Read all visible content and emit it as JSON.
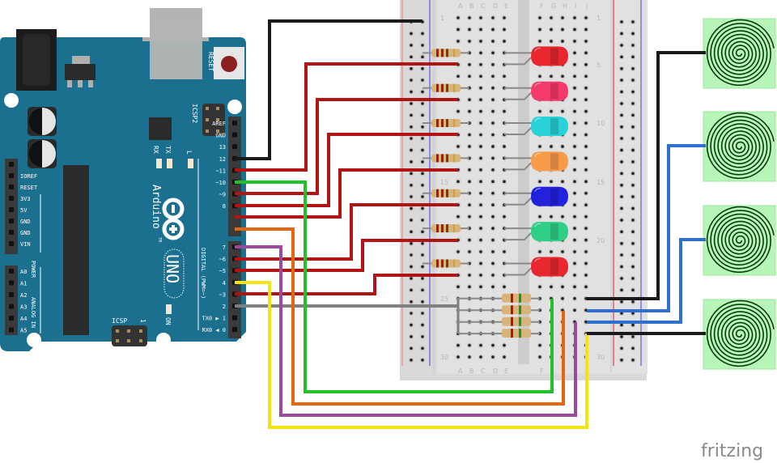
{
  "app": "fritzing",
  "watermark": "fritzing",
  "arduino": {
    "board_name": "Arduino",
    "model": "UNO",
    "trademark": "TM",
    "reset_label": "RESET",
    "icsp2_label": "ICSP2",
    "icsp_label": "ICSP",
    "icsp_pin1": "1",
    "led_labels": {
      "rx": "RX",
      "tx": "TX",
      "l": "L",
      "on": "ON"
    },
    "digital_header_label": "DIGITAL (PWM=~)",
    "power_header_label": "POWER",
    "analog_header_label": "ANALOG IN",
    "digital_pins_top": [
      "AREF",
      "GND",
      "13",
      "12",
      "~11",
      "~10",
      "~9",
      "8"
    ],
    "digital_pins_bottom": [
      "7",
      "~6",
      "~5",
      "4",
      "~3",
      "2",
      "TX0 ▶ 1",
      "RX0 ◀ 0"
    ],
    "power_pins": [
      "",
      "IOREF",
      "RESET",
      "3V3",
      "5V",
      "GND",
      "GND",
      "VIN"
    ],
    "analog_pins": [
      "A0",
      "A1",
      "A2",
      "A3",
      "A4",
      "A5"
    ]
  },
  "breadboard": {
    "column_labels_left": [
      "A",
      "B",
      "C",
      "D",
      "E"
    ],
    "column_labels_right": [
      "F",
      "G",
      "H",
      "I",
      "J"
    ],
    "row_markers": [
      "1",
      "5",
      "10",
      "15",
      "20",
      "25",
      "30"
    ]
  },
  "leds": [
    {
      "color_name": "red",
      "color": "#e8282e",
      "arduino_pin": "13"
    },
    {
      "color_name": "pink",
      "color": "#f43a6a",
      "arduino_pin": "~11"
    },
    {
      "color_name": "cyan",
      "color": "#28d2d6",
      "arduino_pin": "~10"
    },
    {
      "color_name": "orange",
      "color": "#f89b48",
      "arduino_pin": "~9"
    },
    {
      "color_name": "blue",
      "color": "#2222dd",
      "arduino_pin": "~6"
    },
    {
      "color_name": "green",
      "color": "#2fcf88",
      "arduino_pin": "~5"
    },
    {
      "color_name": "red",
      "color": "#e8282e",
      "arduino_pin": "~3"
    }
  ],
  "touch_sensors": [
    {
      "name": "touch-pad-1",
      "wire_color": "#1a1a1a"
    },
    {
      "name": "touch-pad-2",
      "wire_color": "#2f6fcf"
    },
    {
      "name": "touch-pad-3",
      "wire_color": "#2f6fcf"
    },
    {
      "name": "touch-pad-4",
      "wire_color": "#1a1a1a"
    }
  ],
  "wires": [
    {
      "from": "GND",
      "color": "#1a1a1a"
    },
    {
      "from": "12",
      "color": "#22c02a"
    },
    {
      "from": "8",
      "color": "#e6660e"
    },
    {
      "from": "7",
      "color": "#9b4a9a"
    },
    {
      "from": "4",
      "color": "#f2e514"
    },
    {
      "from": "2",
      "color": "#808080"
    }
  ],
  "colors": {
    "board": "#1b6f8f",
    "header": "#3a3a3a",
    "breadboard": "#d9d9d9",
    "led_wire_red": "#b01414",
    "sensor_bg": "#b8f5b8",
    "spiral": "#0b3b0b"
  }
}
